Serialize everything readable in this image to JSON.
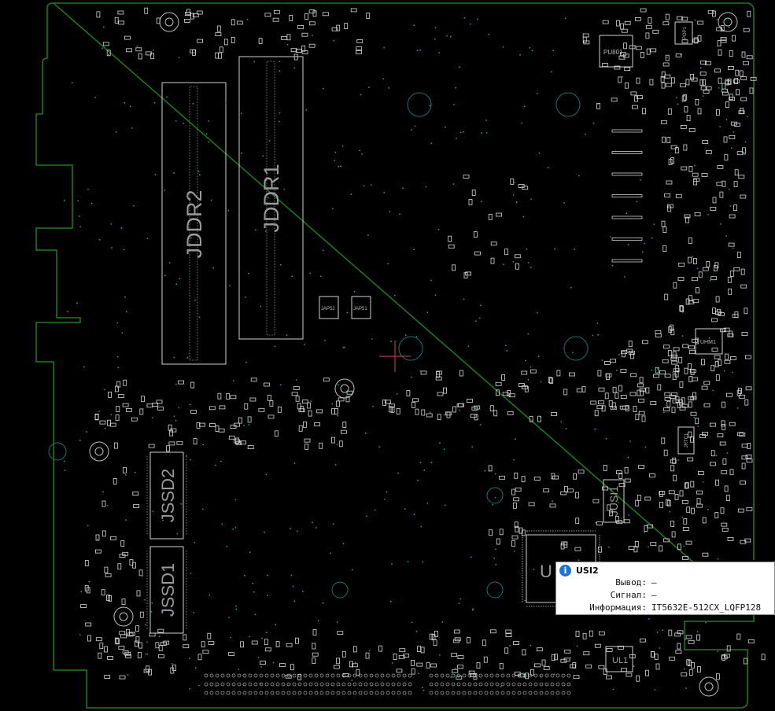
{
  "board": {
    "colors": {
      "outline": "#1f7a1f",
      "silk": "#d6d6d6",
      "label": "#9a9a9a",
      "via": "#1a8a8a",
      "pad": "#e6e6e6"
    },
    "components": {
      "jddr1": "JDDR1",
      "jddr2": "JDDR2",
      "jssd1": "JSSD1",
      "jssd2": "JSSD2",
      "jusi1": "JUSI1",
      "u_partial": "U",
      "ul1_partial": "UL1",
      "pu801": "PU801",
      "jap52": "JAP52",
      "jap51": "JAP51",
      "uhm1": "UHM1",
      "jrtc1": "JRTC1",
      "pop1": "POP1"
    }
  },
  "tooltip": {
    "icon": "info-icon",
    "title": "USI2",
    "rows": [
      {
        "label": "Вывод:",
        "value": "—"
      },
      {
        "label": "Сигнал:",
        "value": "—"
      },
      {
        "label": "Информация:",
        "value": "IT5632E-512CX_LQFP128"
      }
    ]
  }
}
